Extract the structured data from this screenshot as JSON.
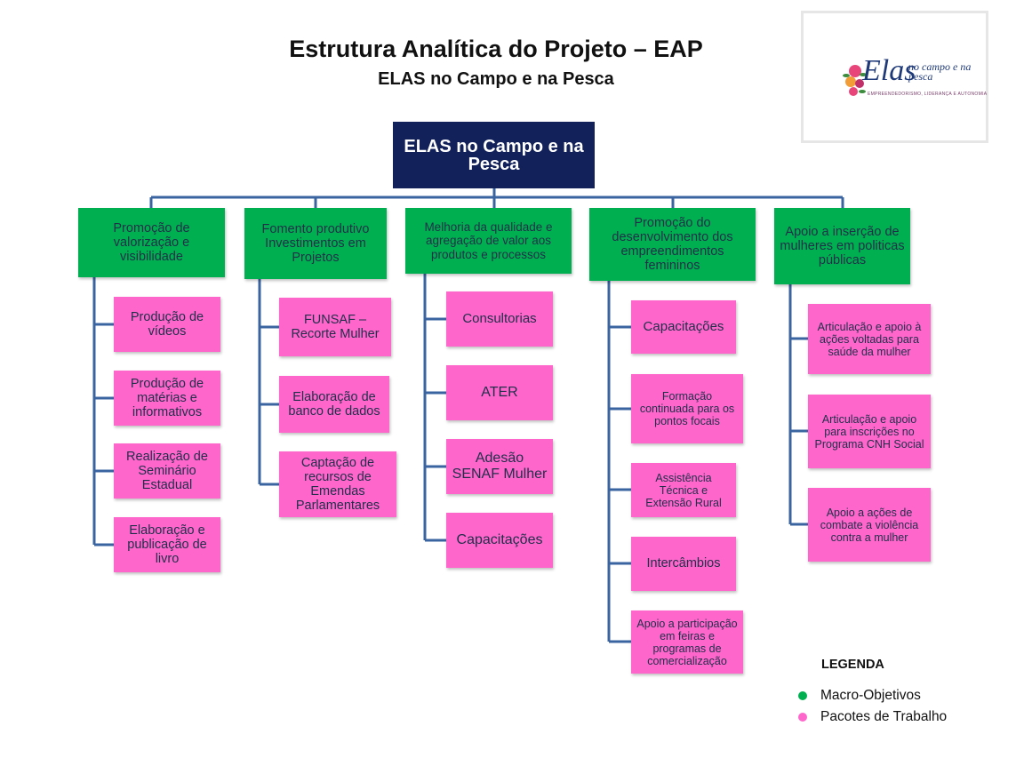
{
  "header": {
    "title": "Estrutura Analítica do Projeto – EAP",
    "subtitle": "ELAS no Campo e na Pesca"
  },
  "logo": {
    "main": "Elas",
    "small": "no campo e na pesca",
    "tagline": "EMPREENDEDORISMO, LIDERANÇA E AUTONOMIA"
  },
  "root": {
    "label": "ELAS no Campo e na Pesca"
  },
  "columns": [
    {
      "label": "Promoção de valorização e visibilidade",
      "items": [
        "Produção de vídeos",
        "Produção de matérias e informativos",
        "Realização de Seminário Estadual",
        "Elaboração e publicação de livro"
      ]
    },
    {
      "label": "Fomento produtivo Investimentos em Projetos",
      "items": [
        "FUNSAF – Recorte Mulher",
        "Elaboração de banco de dados",
        "Captação de recursos de Emendas Parlamentares"
      ]
    },
    {
      "label": "Melhoria da qualidade e agregação de valor aos produtos e processos",
      "items": [
        "Consultorias",
        "ATER",
        "Adesão SENAF Mulher",
        "Capacitações"
      ]
    },
    {
      "label": "Promoção do desenvolvimento dos empreendimentos femininos",
      "items": [
        "Capacitações",
        "Formação continuada para os pontos focais",
        "Assistência Técnica e Extensão Rural",
        "Intercâmbios",
        "Apoio a participação em feiras e programas de comercialização"
      ]
    },
    {
      "label": "Apoio a inserção de mulheres em politicas públicas",
      "items": [
        "Articulação e apoio à ações voltadas para saúde da mulher",
        "Articulação  e apoio para inscrições no Programa CNH Social",
        "Apoio a ações de combate a violência contra a mulher"
      ]
    }
  ],
  "legend": {
    "title": "LEGENDA",
    "items": [
      {
        "label": "Macro-Objetivos",
        "color": "#00b050"
      },
      {
        "label": "Pacotes de Trabalho",
        "color": "#ff66cc"
      }
    ]
  },
  "colors": {
    "root": "#12215a",
    "macro": "#00b050",
    "package": "#ff66cc",
    "connector": "#3a64a0"
  }
}
